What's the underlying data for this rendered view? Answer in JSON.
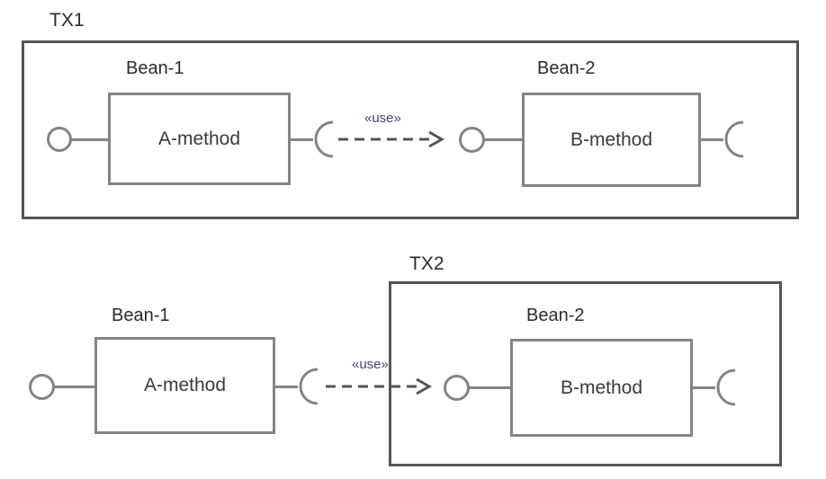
{
  "diagram": {
    "title_top": "TX1",
    "title_bottom": "TX2",
    "stereotype_label": "«use»",
    "rows": [
      {
        "id": "row-tx1",
        "tx_label": "TX1",
        "tx_scope": "both-beans",
        "beans": [
          {
            "id": "tx1-bean-1",
            "component_label": "Bean-1",
            "method_label": "A-method"
          },
          {
            "id": "tx1-bean-2",
            "component_label": "Bean-2",
            "method_label": "B-method"
          }
        ],
        "connector": {
          "label": "«use»",
          "style": "dashed",
          "arrow": "open"
        }
      },
      {
        "id": "row-tx2",
        "tx_label": "TX2",
        "tx_scope": "bean-2-only",
        "beans": [
          {
            "id": "tx2-bean-1",
            "component_label": "Bean-1",
            "method_label": "A-method"
          },
          {
            "id": "tx2-bean-2",
            "component_label": "Bean-2",
            "method_label": "B-method"
          }
        ],
        "connector": {
          "label": "«use»",
          "style": "dashed",
          "arrow": "open"
        }
      }
    ],
    "colors": {
      "tx_border": "#555555",
      "component_border": "#848484",
      "connector": "#555555",
      "text": "#2b2b2b",
      "stereotype_text": "#4a4368",
      "background": "#ffffff"
    }
  }
}
